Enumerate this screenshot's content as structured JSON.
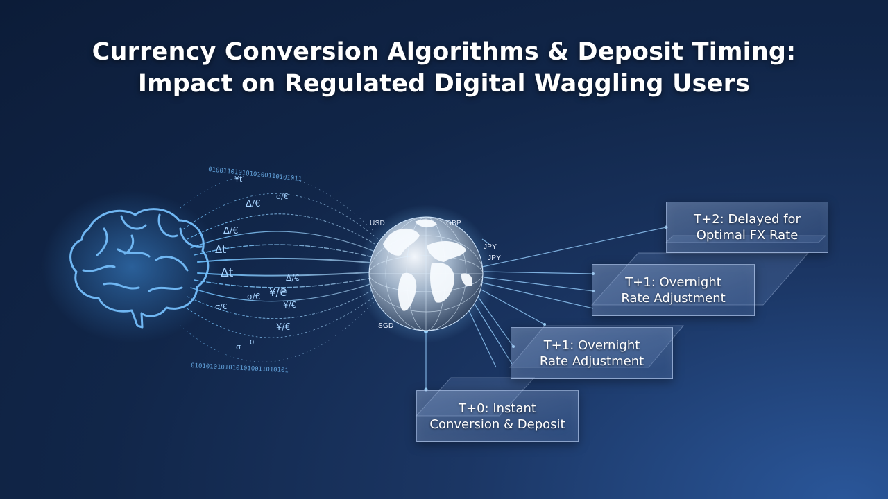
{
  "title": {
    "line1": "Currency Conversion Algorithms & Deposit Timing:",
    "line2": "Impact on Regulated Digital Waggling Users"
  },
  "currencies": {
    "usd": "USD",
    "gbp": "GBP",
    "jpy1": "JPY",
    "jpy2": "JPY",
    "sgd": "SGD"
  },
  "steps": [
    {
      "line1": "T+0: Instant",
      "line2": "Conversion & Deposit"
    },
    {
      "line1": "T+1: Overnight",
      "line2": "Rate Adjustment"
    },
    {
      "line1": "T+1: Overnight",
      "line2": "Rate Adjustment"
    },
    {
      "line1": "T+2: Delayed for",
      "line2": "Optimal FX Rate"
    }
  ],
  "stream_symbols": [
    "¥t",
    "σ/€",
    "Δ/€",
    "Δ/€",
    "Δt",
    "Δt",
    "Δ/€",
    "σ/€",
    "¥/₴",
    "¥/€",
    "¥/€",
    "σ/€",
    "σ",
    "0"
  ],
  "binary_top": "0100110101010100110101011",
  "binary_bottom": "01010101010101010011010101",
  "colors": {
    "background": "#112649",
    "accent": "#5fb4ff",
    "box_border": "#c8dcff"
  }
}
